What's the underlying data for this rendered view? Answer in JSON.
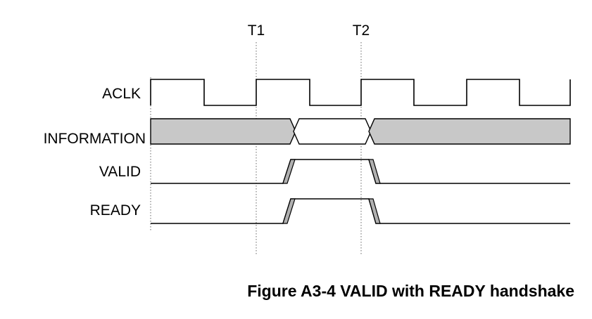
{
  "markers": [
    {
      "label": "T1"
    },
    {
      "label": "T2"
    }
  ],
  "signals": [
    {
      "name": "ACLK"
    },
    {
      "name": "INFORMATION"
    },
    {
      "name": "VALID"
    },
    {
      "name": "READY"
    }
  ],
  "caption": "Figure A3-4 VALID with READY handshake",
  "colors": {
    "bus_fill": "#c8c8c8",
    "edge_fill": "#b0b0b0",
    "line": "#000000"
  }
}
